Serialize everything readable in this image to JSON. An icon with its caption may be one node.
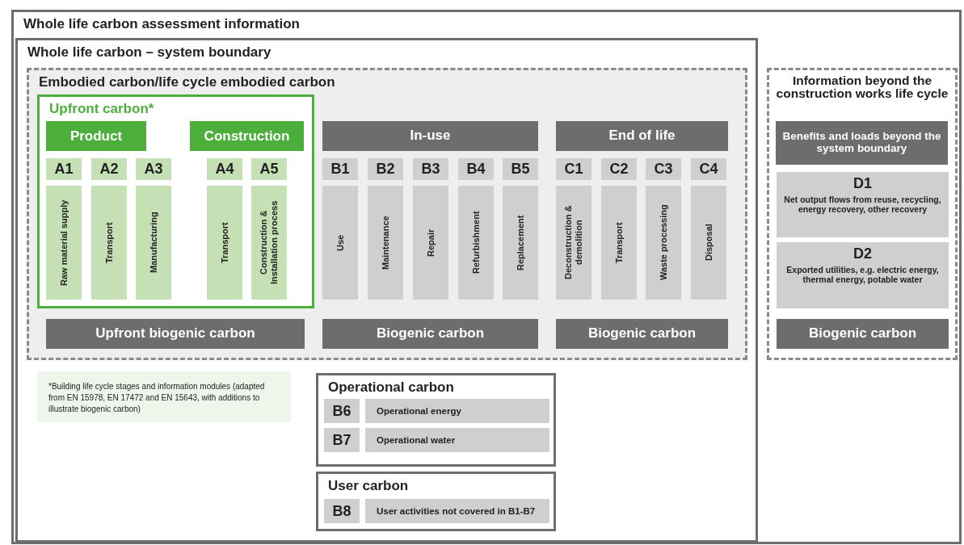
{
  "diagram": {
    "nodes": [
      {
        "text": [
          "Whole life carbon assessment information"
        ]
      },
      {
        "text": [
          "Whole life carbon – system boundary"
        ],
        "in": 0
      },
      {
        "text": [
          "Embodied carbon/life cycle embodied carbon"
        ],
        "in": 1
      },
      {
        "text": [
          "Upfront carbon*"
        ],
        "in": 2
      },
      {
        "text": [
          "Product"
        ],
        "in": 3
      },
      {
        "text": [
          "Construction"
        ],
        "in": 3
      },
      {
        "text": [
          "A1"
        ],
        "in": 3
      },
      {
        "text": [
          "A2"
        ],
        "in": 3
      },
      {
        "text": [
          "A3"
        ],
        "in": 3
      },
      {
        "text": [
          "A4"
        ],
        "in": 3
      },
      {
        "text": [
          "A5"
        ],
        "in": 3
      },
      {
        "text": [
          "Raw material supply"
        ],
        "in": 3
      },
      {
        "text": [
          "Transport"
        ],
        "in": 3
      },
      {
        "text": [
          "Manufacturing"
        ],
        "in": 3
      },
      {
        "text": [
          "Transport"
        ],
        "in": 3
      },
      {
        "text": [
          "Construction & Installation process"
        ],
        "in": 3
      },
      {
        "text": [
          "In-use"
        ],
        "in": 2
      },
      {
        "text": [
          "End of life"
        ],
        "in": 2
      },
      {
        "text": [
          "B1"
        ],
        "in": 2
      },
      {
        "text": [
          "B2"
        ],
        "in": 2
      },
      {
        "text": [
          "B3"
        ],
        "in": 2
      },
      {
        "text": [
          "B4"
        ],
        "in": 2
      },
      {
        "text": [
          "B5"
        ],
        "in": 2
      },
      {
        "text": [
          "C1"
        ],
        "in": 2
      },
      {
        "text": [
          "C2"
        ],
        "in": 2
      },
      {
        "text": [
          "C3"
        ],
        "in": 2
      },
      {
        "text": [
          "C4"
        ],
        "in": 2
      },
      {
        "text": [
          "Use"
        ],
        "in": 2
      },
      {
        "text": [
          "Maintenance"
        ],
        "in": 2
      },
      {
        "text": [
          "Repair"
        ],
        "in": 2
      },
      {
        "text": [
          "Refurbishment"
        ],
        "in": 2
      },
      {
        "text": [
          "Replacement"
        ],
        "in": 2
      },
      {
        "text": [
          "Deconstruction & demolition"
        ],
        "in": 2
      },
      {
        "text": [
          "Transport"
        ],
        "in": 2
      },
      {
        "text": [
          "Waste processing"
        ],
        "in": 2
      },
      {
        "text": [
          "Disposal"
        ],
        "in": 2
      },
      {
        "text": [
          "Upfront biogenic carbon"
        ],
        "in": 2
      },
      {
        "text": [
          "Biogenic carbon"
        ],
        "in": 2
      },
      {
        "text": [
          "Biogenic carbon"
        ],
        "in": 2
      },
      {
        "text": [
          "*Building life cycle stages and information modules (adapted from EN 15978, EN 17472 and EN 15643, with additions to illustrate biogenic carbon)"
        ],
        "in": 1
      },
      {
        "text": [
          "Operational carbon"
        ],
        "in": 1
      },
      {
        "text": [
          "B6"
        ],
        "in": 40
      },
      {
        "text": [
          "Operational energy"
        ],
        "in": 40
      },
      {
        "text": [
          "B7"
        ],
        "in": 40
      },
      {
        "text": [
          "Operational water"
        ],
        "in": 40
      },
      {
        "text": [
          "User carbon"
        ],
        "in": 1
      },
      {
        "text": [
          "B8"
        ],
        "in": 45
      },
      {
        "text": [
          "User activities not covered in B1-B7"
        ],
        "in": 45
      },
      {
        "text": [
          "Information beyond the construction works life cycle"
        ],
        "in": 0
      },
      {
        "text": [
          "Benefits and loads beyond the system boundary"
        ],
        "in": 48
      },
      {
        "text": [
          "D1",
          "Net output flows from reuse, recycling, energy recovery, other recovery"
        ],
        "in": 48
      },
      {
        "text": [
          "D2",
          "Exported utilities, e.g. electric energy, thermal energy, potable water"
        ],
        "in": 48
      },
      {
        "text": [
          "Biogenic carbon"
        ],
        "in": 48
      }
    ]
  }
}
